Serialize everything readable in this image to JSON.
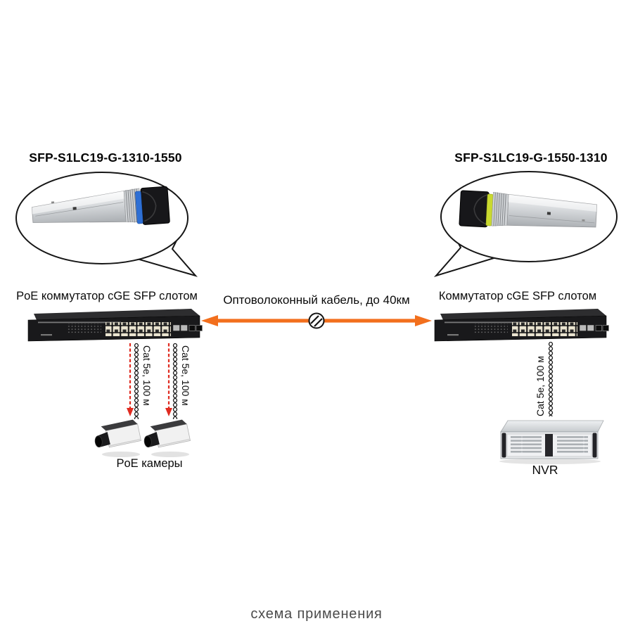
{
  "modules": {
    "left": {
      "title": "SFP-S1LC19-G-1310-1550"
    },
    "right": {
      "title": "SFP-S1LC19-G-1550-1310"
    }
  },
  "switches": {
    "left": {
      "label": "PoE коммутатор сGE SFP слотом"
    },
    "right": {
      "label": "Коммутатор сGE SFP слотом"
    }
  },
  "fiber_link": {
    "label": "Оптоволоконный кабель, до 40км"
  },
  "cables": {
    "left": [
      {
        "label": "Cat 5e, 100 м"
      },
      {
        "label": "Cat 5e, 100 м"
      }
    ],
    "right": {
      "label": "Cat 5e, 100 м"
    }
  },
  "devices": {
    "cameras_label": "PoE камеры",
    "nvr_label": "NVR"
  },
  "caption": "схема применения",
  "colors": {
    "fiber_arrow": "#f26f1d",
    "cable_arrow": "#e02b20",
    "latch_left": "#2e6fd4",
    "latch_right": "#c9d92f",
    "caption_text": "#4b4b4b"
  }
}
